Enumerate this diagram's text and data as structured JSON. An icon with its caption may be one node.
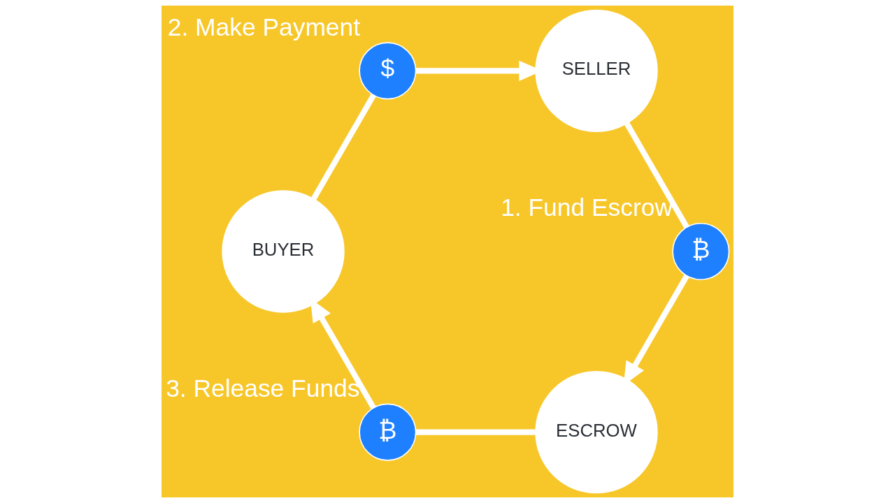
{
  "diagram": {
    "nodes": [
      {
        "text": [
          "ESCROW"
        ]
      },
      {
        "text": [
          "BUYER"
        ]
      },
      {
        "text": [
          "SELLER"
        ]
      },
      {
        "text": [
          "₿"
        ],
        "beside": [
          "1. Fund Escrow"
        ]
      },
      {
        "text": [
          "$"
        ],
        "beside": [
          "2. Make Payment"
        ]
      },
      {
        "text": [
          "₿"
        ],
        "beside": [
          "3. Release Funds"
        ]
      }
    ],
    "edges": [
      {
        "from": 2,
        "to": 3,
        "arrow": "none"
      },
      {
        "from": 3,
        "to": 0,
        "arrow": "to"
      },
      {
        "from": 1,
        "to": 4,
        "arrow": "none"
      },
      {
        "from": 4,
        "to": 2,
        "arrow": "to"
      },
      {
        "from": 0,
        "to": 5,
        "arrow": "none"
      },
      {
        "from": 5,
        "to": 1,
        "arrow": "to"
      }
    ]
  }
}
